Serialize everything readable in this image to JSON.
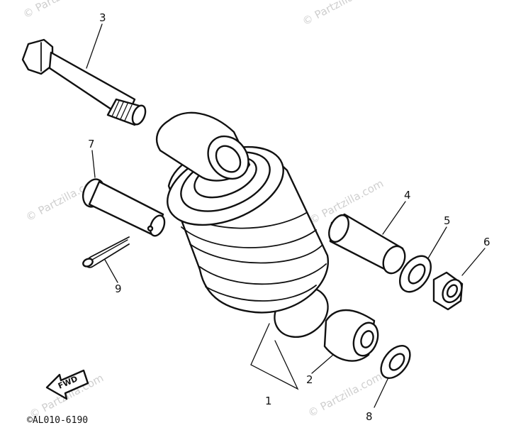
{
  "diagram": {
    "callouts": [
      "3",
      "7",
      "9",
      "4",
      "5",
      "6",
      "2",
      "1",
      "8"
    ],
    "watermark": "© Partzilla.com",
    "fwd_label": "FWD",
    "drawing_code": "©AL010-6190"
  }
}
